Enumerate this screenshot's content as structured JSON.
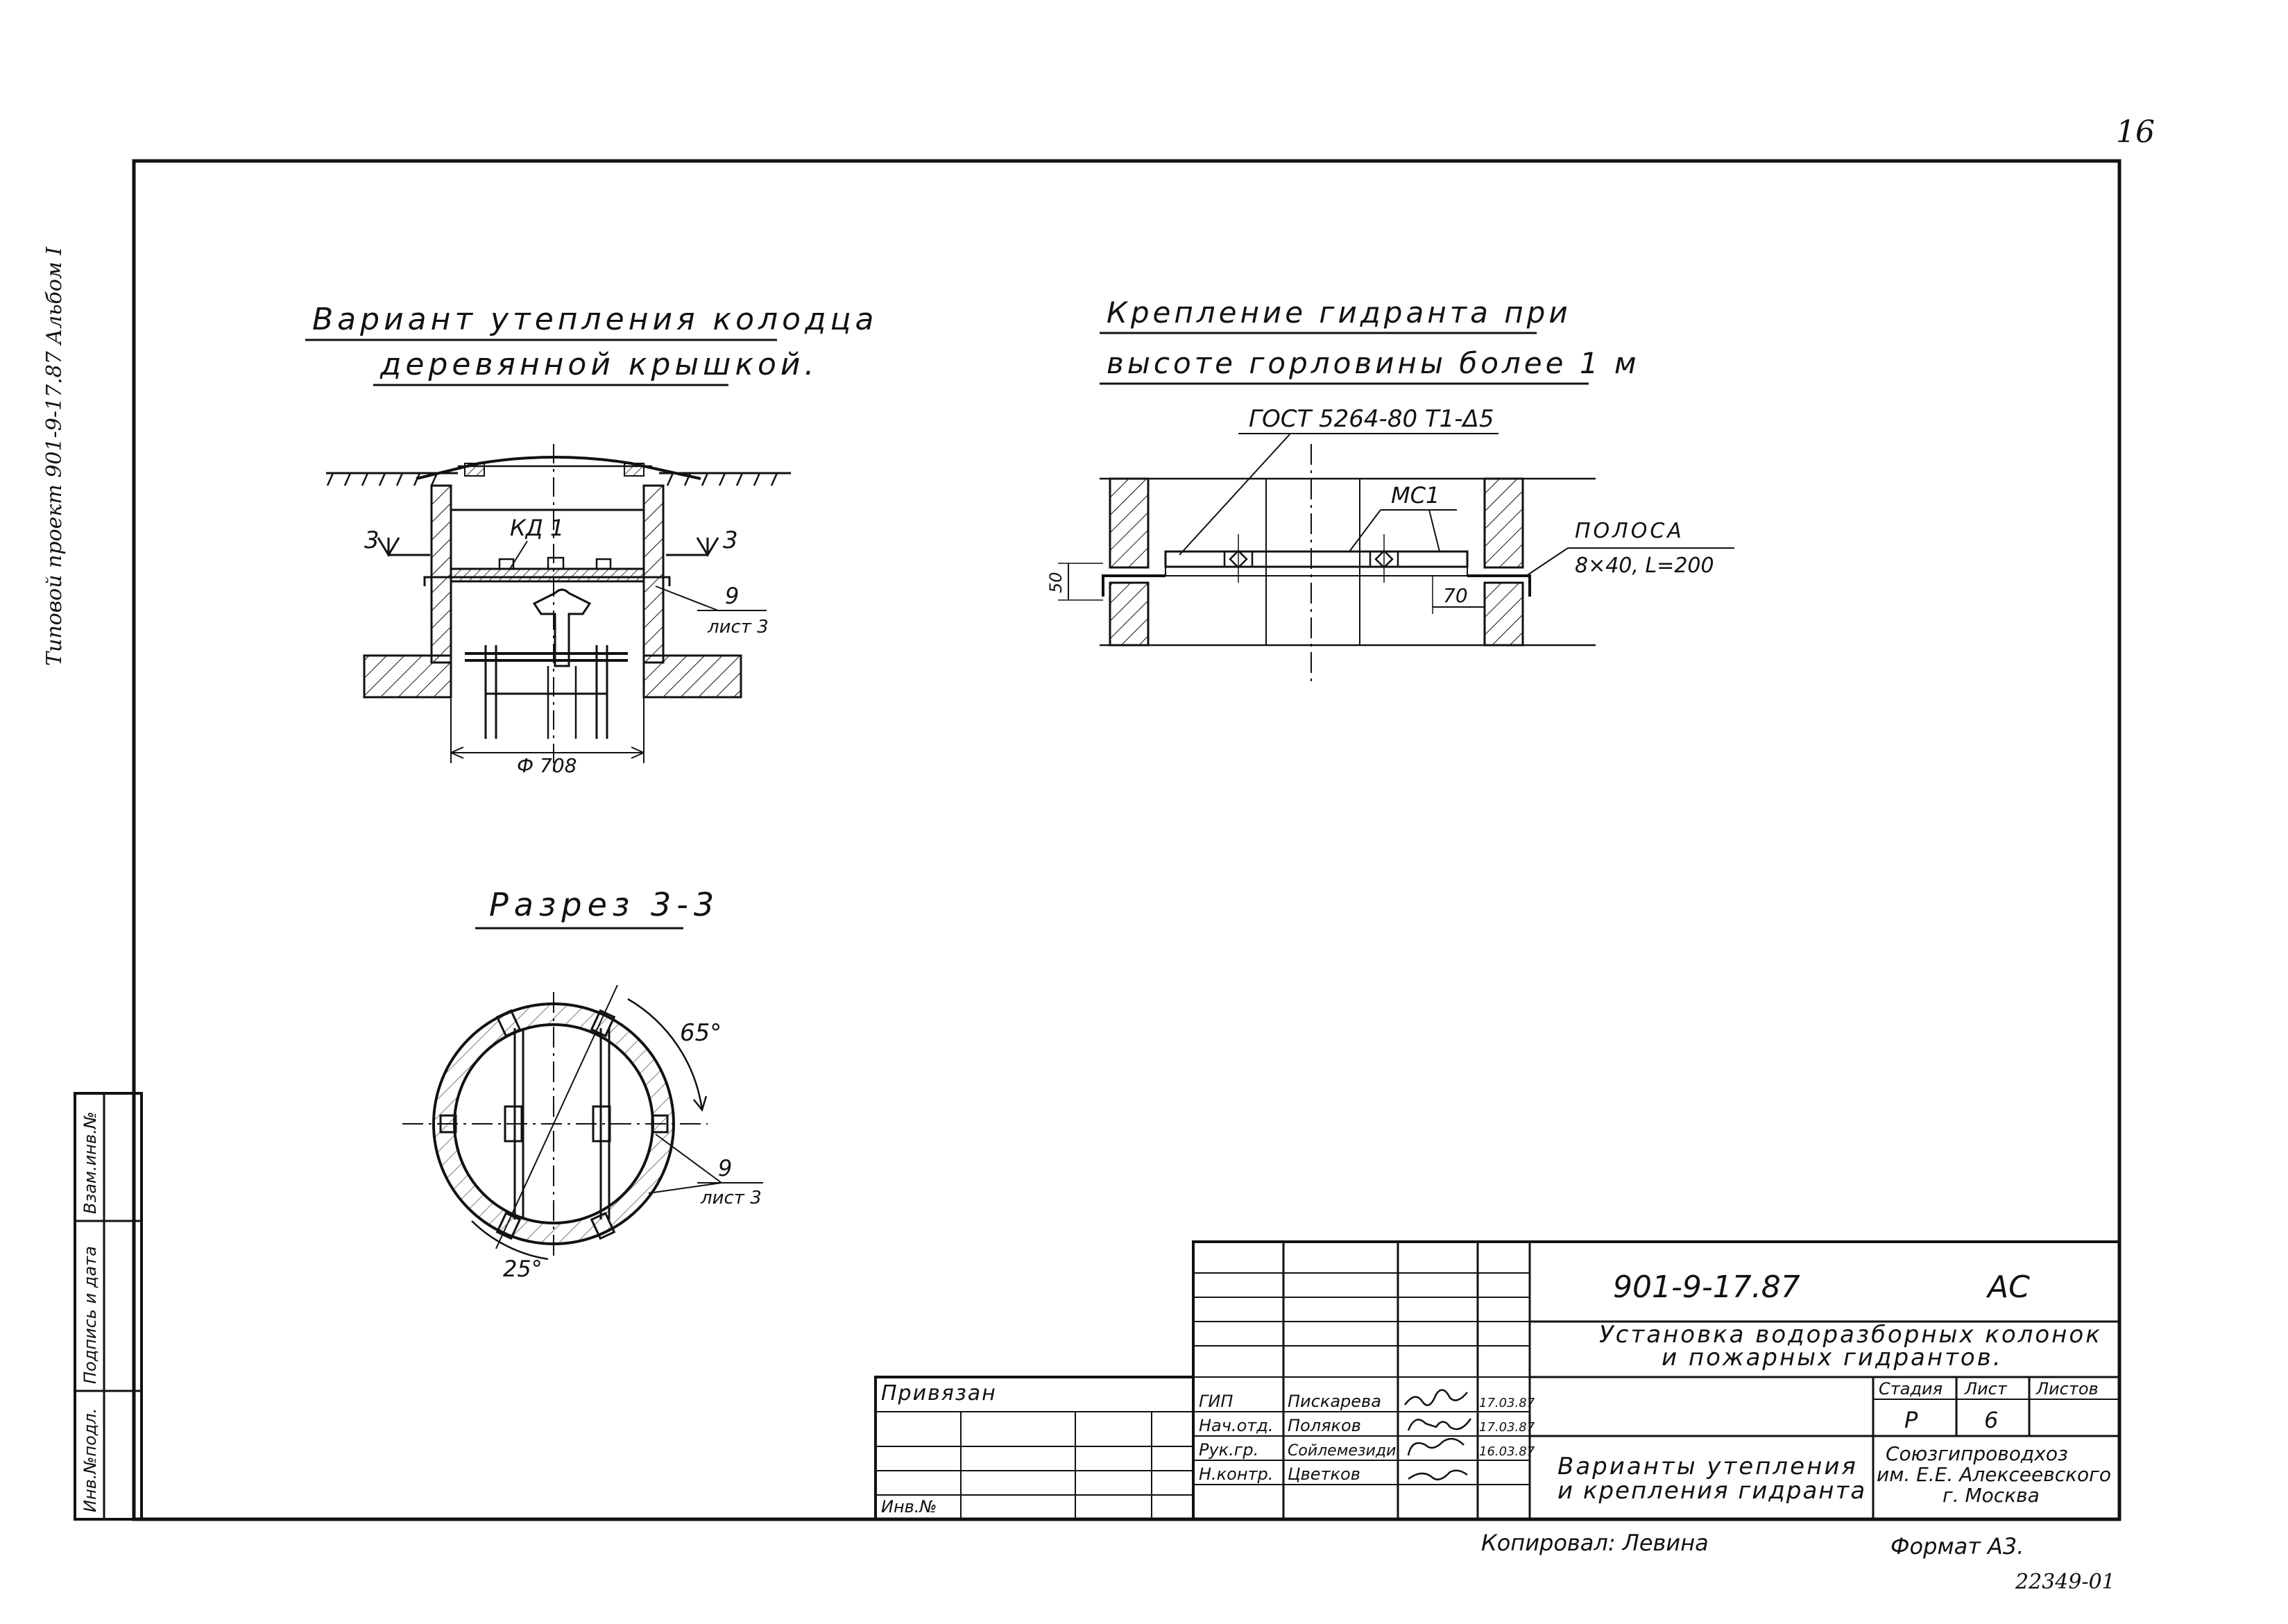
{
  "page_number": "16",
  "side_label": "Типовой проект 901-9-17.87 Альбом I",
  "views": {
    "well_variant": {
      "title_line1": "Вариант утепления колодца",
      "title_line2": "деревянной крышкой.",
      "label_kd": "КД 1",
      "section_mark_left": "3",
      "section_mark_right": "3",
      "callout_number": "9",
      "callout_sheet": "лист 3",
      "diameter": "Ф 708"
    },
    "hydrant_fixing": {
      "title_line1": "Крепление гидранта при",
      "title_line2": "высоте горловины более 1 м",
      "weld_note": "ГОСТ 5264-80 Т1-Δ5",
      "label_mc": "МС1",
      "strip_label_line1": "ПОЛОСА",
      "strip_label_line2": "8×40, L=200",
      "dim_50": "50",
      "dim_70": "70"
    },
    "section": {
      "title": "Разрез 3-3",
      "angle_top": "65°",
      "angle_bottom": "25°",
      "callout_number": "9",
      "callout_sheet": "лист 3"
    }
  },
  "left_stamp": {
    "cells": [
      "Инв.№подл.",
      "Подпись и дата",
      "Взам.инв.№"
    ]
  },
  "title_block": {
    "project_code": "901-9-17.87",
    "mark": "АС",
    "project_title_line1": "Установка водоразборных колонок",
    "project_title_line2": "и пожарных гидрантов.",
    "bound_label": "Привязан",
    "inv_label": "Инв.№",
    "headers": {
      "stage": "Стадия",
      "sheet": "Лист",
      "sheets": "Листов"
    },
    "stage_value": "Р",
    "sheet_value": "6",
    "sheets_value": "",
    "sheet_title_line1": "Варианты утепления",
    "sheet_title_line2": "и крепления гидранта",
    "org_line1": "Союзгипроводхоз",
    "org_line2": "им. Е.Е. Алексеевского",
    "org_line3": "г. Москва",
    "signatures": [
      {
        "role": "ГИП",
        "name": "Пискарева",
        "date": "17.03.87"
      },
      {
        "role": "Нач.отд.",
        "name": "Поляков",
        "date": "17.03.87"
      },
      {
        "role": "Рук.гр.",
        "name": "Сойлемезиди",
        "date": "16.03.87"
      },
      {
        "role": "Н.контр.",
        "name": "Цветков",
        "date": ""
      }
    ]
  },
  "footer": {
    "copied_by": "Копировал: Левина",
    "format": "Формат А3.",
    "order_no": "22349-01"
  }
}
